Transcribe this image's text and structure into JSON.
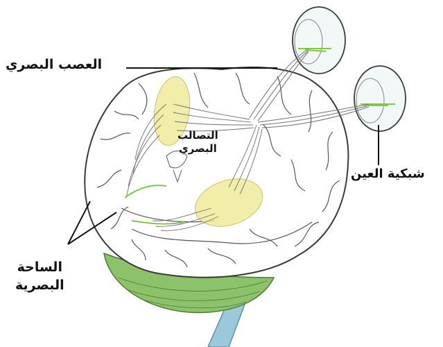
{
  "labels": {
    "optic_nerve": "العصب البصري",
    "optic_chiasm": [
      "التصالب",
      "البصري"
    ],
    "retina": "شبكية العين",
    "visual_cortex": [
      "الساحة",
      "البصرية"
    ]
  },
  "colors": {
    "pathway_green": "#7fc843",
    "highlight_yellow": "#f0eb9a",
    "cerebellum_green": "#8cc36a",
    "spinal_blue": "#9cc8dc",
    "outline": "#3a3a3a"
  }
}
